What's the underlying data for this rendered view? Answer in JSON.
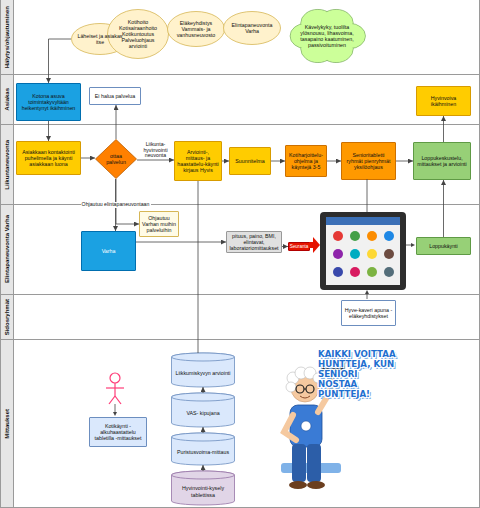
{
  "diagram": {
    "nodes": [
      {
        "text": [
          "Hälytys/ohjautuminen"
        ]
      },
      {
        "text": [
          "Asiakas"
        ]
      },
      {
        "text": [
          "Liikuntaneuvonta"
        ]
      },
      {
        "text": [
          "Elintapaneuvonta Varha"
        ]
      },
      {
        "text": [
          "Sidosryhmät"
        ]
      },
      {
        "text": [
          "Mittaukset"
        ]
      },
      {
        "text": [
          "Läheiset ja asiakas itse"
        ],
        "in": 0
      },
      {
        "text": [
          "Kotihoito Kotisairaanhoito Kotikuntoutus Palveluohjaus arviointi"
        ],
        "in": 0
      },
      {
        "text": [
          "Eläkeyhdistys Vammais- ja vanhusneuvosto"
        ],
        "in": 0
      },
      {
        "text": [
          "Elintapaneuvonta Varha"
        ],
        "in": 0
      },
      {
        "text": [
          "Kävelykyky, tuolilta ylösnousu, lihasvoima, tasapaino kaatuminen, passivoituminen"
        ],
        "in": 0
      },
      {
        "text": [
          "Kotona asuva toimintakyvyltään heikentynyt ikäihminen"
        ],
        "in": 1
      },
      {
        "text": [
          "Ei halua palvelua"
        ],
        "in": 1
      },
      {
        "text": [
          "Hyvinvoiva ikäihminen"
        ],
        "in": 1
      },
      {
        "text": [
          "Asiakkaan kontaktointi puhelimella ja käynti asiakkaan luona"
        ],
        "in": 2
      },
      {
        "text": [
          "ottaa palvelun"
        ],
        "in": 2
      },
      {
        "text": [
          "Arviointi-, mittaus- ja haastattelu-käynti kirjaus Hyvis"
        ],
        "in": 2
      },
      {
        "text": [
          "Suunnitelma"
        ],
        "in": 2
      },
      {
        "text": [
          "Kotiharjoittelu-ohjelma ja käyntejä 3-5"
        ],
        "in": 2
      },
      {
        "text": [
          "Senioritabletti ryhmät pienryhmät yksilöohjaus"
        ],
        "in": 2
      },
      {
        "text": [
          "Loppukeskustelu, mittaukset ja arviointi"
        ],
        "in": 2
      },
      {
        "text": [
          "Ohjautuu Varhan muihin palveluihin"
        ],
        "in": 3
      },
      {
        "text": [
          "Varha"
        ],
        "in": 3
      },
      {
        "text": [
          "pituus, paino, BMI, elintavat, laboratoriomittaukset"
        ],
        "in": 3
      },
      {
        "text": [
          "Seuranta"
        ],
        "in": 3
      },
      {
        "text": [
          "Loppukäynti"
        ],
        "in": 3
      },
      {
        "text": [
          "Hyve-kaveri apuna - eläkeyhdistykset"
        ],
        "in": 4
      },
      {
        "text": [
          "Kotikäynti - alkuhaastattelu tabletilla -mittaukset"
        ],
        "in": 5
      },
      {
        "text": [
          "Liikkumiskyvyn arviointi"
        ],
        "in": 5
      },
      {
        "text": [
          "VAS- kipujana"
        ],
        "in": 5
      },
      {
        "text": [
          "Puristusvoima-mittaus"
        ],
        "in": 5
      },
      {
        "text": [
          "Hyvinvointi-kysely tablettissa"
        ],
        "in": 5
      }
    ],
    "edges": [
      {
        "from": 6,
        "to": 11,
        "arrow": "to"
      },
      {
        "from": 11,
        "to": 14,
        "arrow": "to"
      },
      {
        "from": 14,
        "to": 15,
        "arrow": "to"
      },
      {
        "from": 15,
        "to": 12,
        "arrow": "to"
      },
      {
        "from": 15,
        "to": 16,
        "label": "Liikunta-hyvinvointi neuvonta",
        "arrow": "to"
      },
      {
        "from": 15,
        "to": 21,
        "arrow": "to"
      },
      {
        "from": 15,
        "to": 22,
        "label": "Ohjautuu elintapaneuvontaan",
        "arrow": "to"
      },
      {
        "from": 16,
        "to": 17,
        "arrow": "to"
      },
      {
        "from": 17,
        "to": 18,
        "arrow": "to"
      },
      {
        "from": 18,
        "to": 19,
        "arrow": "to"
      },
      {
        "from": 19,
        "to": 20,
        "arrow": "to"
      },
      {
        "from": 20,
        "to": 13,
        "arrow": "to"
      },
      {
        "from": 22,
        "to": 23,
        "arrow": "to"
      },
      {
        "from": 23,
        "to": 24,
        "arrow": "to"
      },
      {
        "from": 25,
        "to": 20,
        "arrow": "to"
      },
      {
        "from": 16,
        "to": 28,
        "arrow": "none"
      },
      {
        "from": 31,
        "to": 30,
        "arrow": "to"
      },
      {
        "from": 30,
        "to": 29,
        "arrow": "to"
      },
      {
        "from": 29,
        "to": 28,
        "arrow": "to"
      }
    ],
    "labels": [
      "KAIKKI VOITTAA HUNTTEJA, KUN SENIORI NOSTAA PUNTTEJA!"
    ]
  }
}
